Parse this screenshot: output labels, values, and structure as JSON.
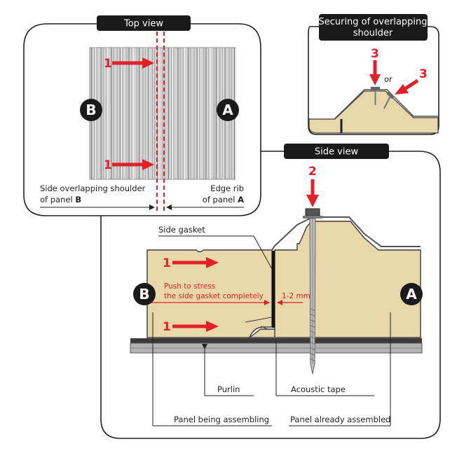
{
  "colors": {
    "red": "#e3202a",
    "panel": "#e8d7a8",
    "panel_edge": "#3a3a3a",
    "pill": "#1a1a1a",
    "steel": "#9a9a9a",
    "top_view_grey": "#c9c9c9"
  },
  "top_view": {
    "title": "Top view",
    "arrow_label_top": "1",
    "arrow_label_bottom": "1",
    "badge_left": "B",
    "badge_right": "A",
    "caption_left_line1": "Side overlapping shoulder",
    "caption_left_line2_prefix": "of panel ",
    "caption_left_line2_bold": "B",
    "caption_right_line1": "Edge rib",
    "caption_right_line2_prefix": "of panel ",
    "caption_right_line2_bold": "A"
  },
  "securing": {
    "title_line1": "Securing of overlapping",
    "title_line2": "shoulder",
    "arrow_label_left": "3",
    "arrow_label_right": "3",
    "or_text": "or"
  },
  "side_view": {
    "title": "Side view",
    "screw_label": "2",
    "side_gasket": "Side gasket",
    "arrow_label_top": "1",
    "arrow_label_bottom": "1",
    "badge_left": "B",
    "badge_right": "A",
    "push_line1": "Push to stress",
    "push_line2": "the side gasket completely",
    "gap": "1-2 mm",
    "purlin": "Purlin",
    "acoustic_tape": "Acoustic tape",
    "panel_assembling": "Panel being assembling",
    "panel_assembled": "Panel already assembled"
  }
}
